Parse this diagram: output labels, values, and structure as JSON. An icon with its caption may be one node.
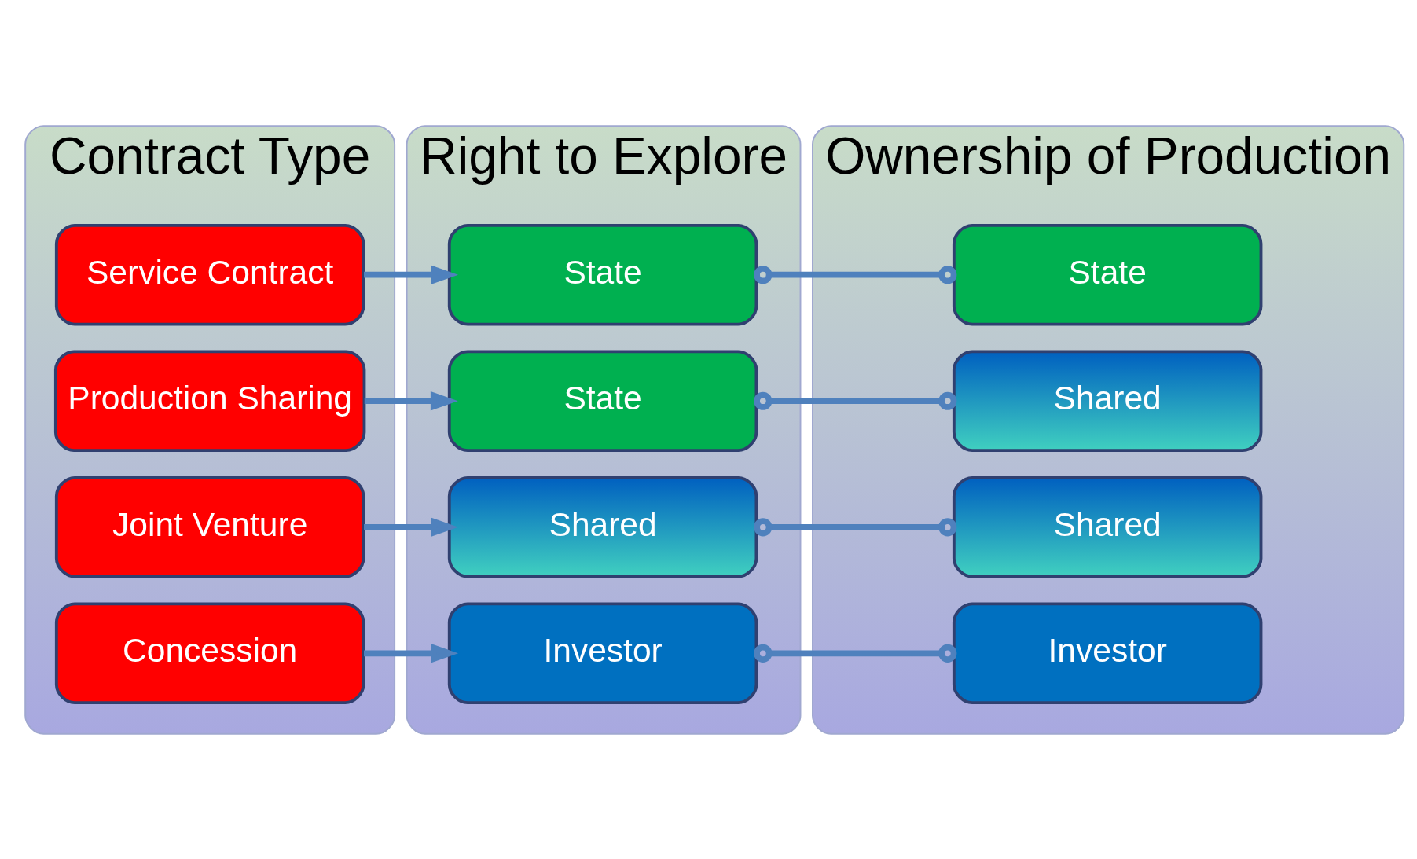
{
  "diagram": {
    "nodes": [
      {
        "text": [
          "Contract Type"
        ]
      },
      {
        "text": [
          "Concession"
        ],
        "in": 0
      },
      {
        "text": [
          "Joint Venture"
        ],
        "in": 0
      },
      {
        "text": [
          "Production Sharing"
        ],
        "in": 0
      },
      {
        "text": [
          "Service Contract"
        ],
        "in": 0
      },
      {
        "text": [
          "Right to Explore"
        ]
      },
      {
        "text": [
          "Investor"
        ],
        "in": 5
      },
      {
        "text": [
          "Shared"
        ],
        "in": 5
      },
      {
        "text": [
          "State"
        ],
        "in": 5
      },
      {
        "text": [
          "State"
        ],
        "in": 5
      },
      {
        "text": [
          "Ownership of Production"
        ]
      },
      {
        "text": [
          "Investor"
        ],
        "in": 10
      },
      {
        "text": [
          "Shared"
        ],
        "in": 10
      },
      {
        "text": [
          "Shared"
        ],
        "in": 10
      },
      {
        "text": [
          "State"
        ],
        "in": 10
      }
    ],
    "edges": [
      {
        "from": 1,
        "to": 6,
        "arrow": "to"
      },
      {
        "from": 2,
        "to": 7,
        "arrow": "to"
      },
      {
        "from": 3,
        "to": 8,
        "arrow": "to"
      },
      {
        "from": 4,
        "to": 9,
        "arrow": "to"
      },
      {
        "from": 6,
        "to": 11,
        "arrow": "other"
      },
      {
        "from": 7,
        "to": 12,
        "arrow": "other"
      },
      {
        "from": 8,
        "to": 13,
        "arrow": "other"
      },
      {
        "from": 9,
        "to": 14,
        "arrow": "other"
      }
    ]
  }
}
